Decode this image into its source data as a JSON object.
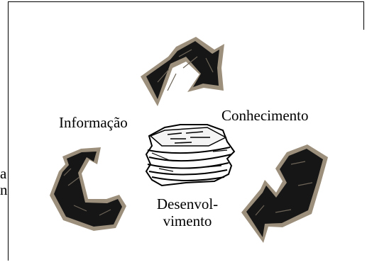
{
  "labels": {
    "informacao": "Informação",
    "conhecimento": "Conhecimento",
    "desenvolvimento_line1": "Desenvol-",
    "desenvolvimento_line2": "vimento"
  },
  "cut_text": {
    "line1": "a",
    "line2": "n,"
  },
  "colors": {
    "arrow_fill": "#161616",
    "arrow_outline": "#9c8f7c",
    "text": "#000000",
    "background": "#ffffff"
  },
  "icons": [
    "recycling-arrow-top",
    "recycling-arrow-left",
    "recycling-arrow-right",
    "newspaper-stack-icon"
  ]
}
